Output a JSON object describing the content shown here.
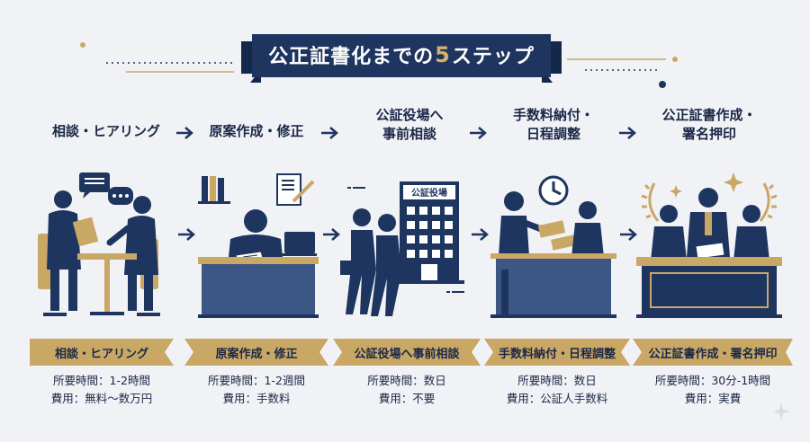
{
  "title": {
    "prefix": "公正証書化までの",
    "number": "5",
    "suffix": "ステップ"
  },
  "colors": {
    "navy": "#1e3560",
    "gold": "#c9a765",
    "bg": "#f1f2f5"
  },
  "steps": [
    {
      "heading": "相談・ヒアリング",
      "label": "相談・ヒアリング",
      "time": "所要時間：1-2時間",
      "cost": "費用：無料〜数万円"
    },
    {
      "heading": "原案作成・修正",
      "label": "原案作成・修正",
      "time": "所要時間：1-2週間",
      "cost": "費用：手数料"
    },
    {
      "heading_line1": "公証役場へ",
      "heading_line2": "事前相談",
      "label": "公証役場へ事前相談",
      "sign": "公証役場",
      "time": "所要時間：数日",
      "cost": "費用：不要"
    },
    {
      "heading_line1": "手数料納付・",
      "heading_line2": "日程調整",
      "label": "手数料納付・日程調整",
      "time": "所要時間：数日",
      "cost": "費用：公証人手数料"
    },
    {
      "heading_line1": "公正証書作成・",
      "heading_line2": "署名押印",
      "label": "公正証書作成・署名押印",
      "time": "所要時間：30分-1時間",
      "cost": "費用：実費"
    }
  ]
}
